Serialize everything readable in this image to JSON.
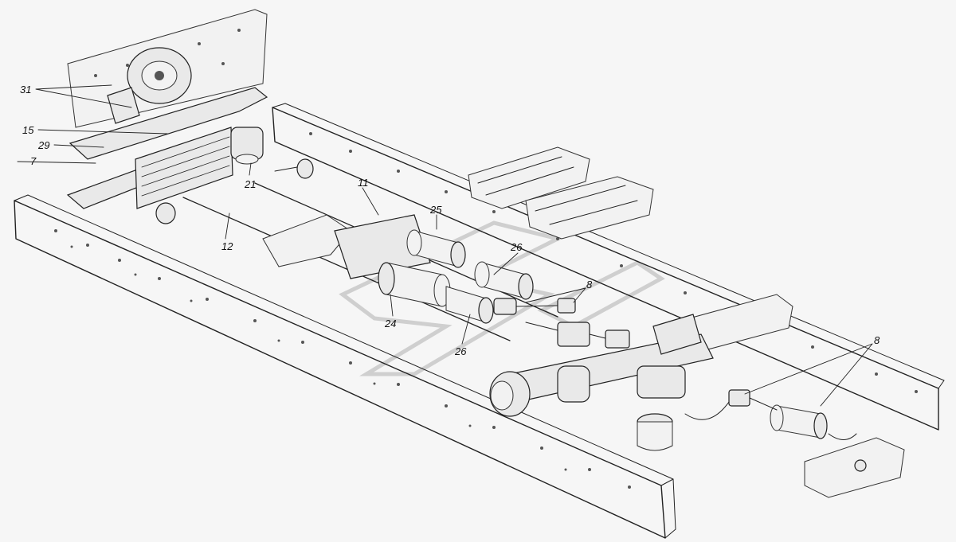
{
  "callouts": [
    {
      "id": "31",
      "label": "31"
    },
    {
      "id": "15",
      "label": "15"
    },
    {
      "id": "29",
      "label": "29"
    },
    {
      "id": "7",
      "label": "7"
    },
    {
      "id": "21",
      "label": "21"
    },
    {
      "id": "12",
      "label": "12"
    },
    {
      "id": "11",
      "label": "11"
    },
    {
      "id": "25",
      "label": "25"
    },
    {
      "id": "26a",
      "label": "26"
    },
    {
      "id": "26b",
      "label": "26"
    },
    {
      "id": "24",
      "label": "24"
    },
    {
      "id": "8a",
      "label": "8"
    },
    {
      "id": "8b",
      "label": "8"
    }
  ],
  "colors": {
    "ink": "#222222",
    "paper": "#f6f6f6",
    "watermark": "#cfcfcf"
  }
}
